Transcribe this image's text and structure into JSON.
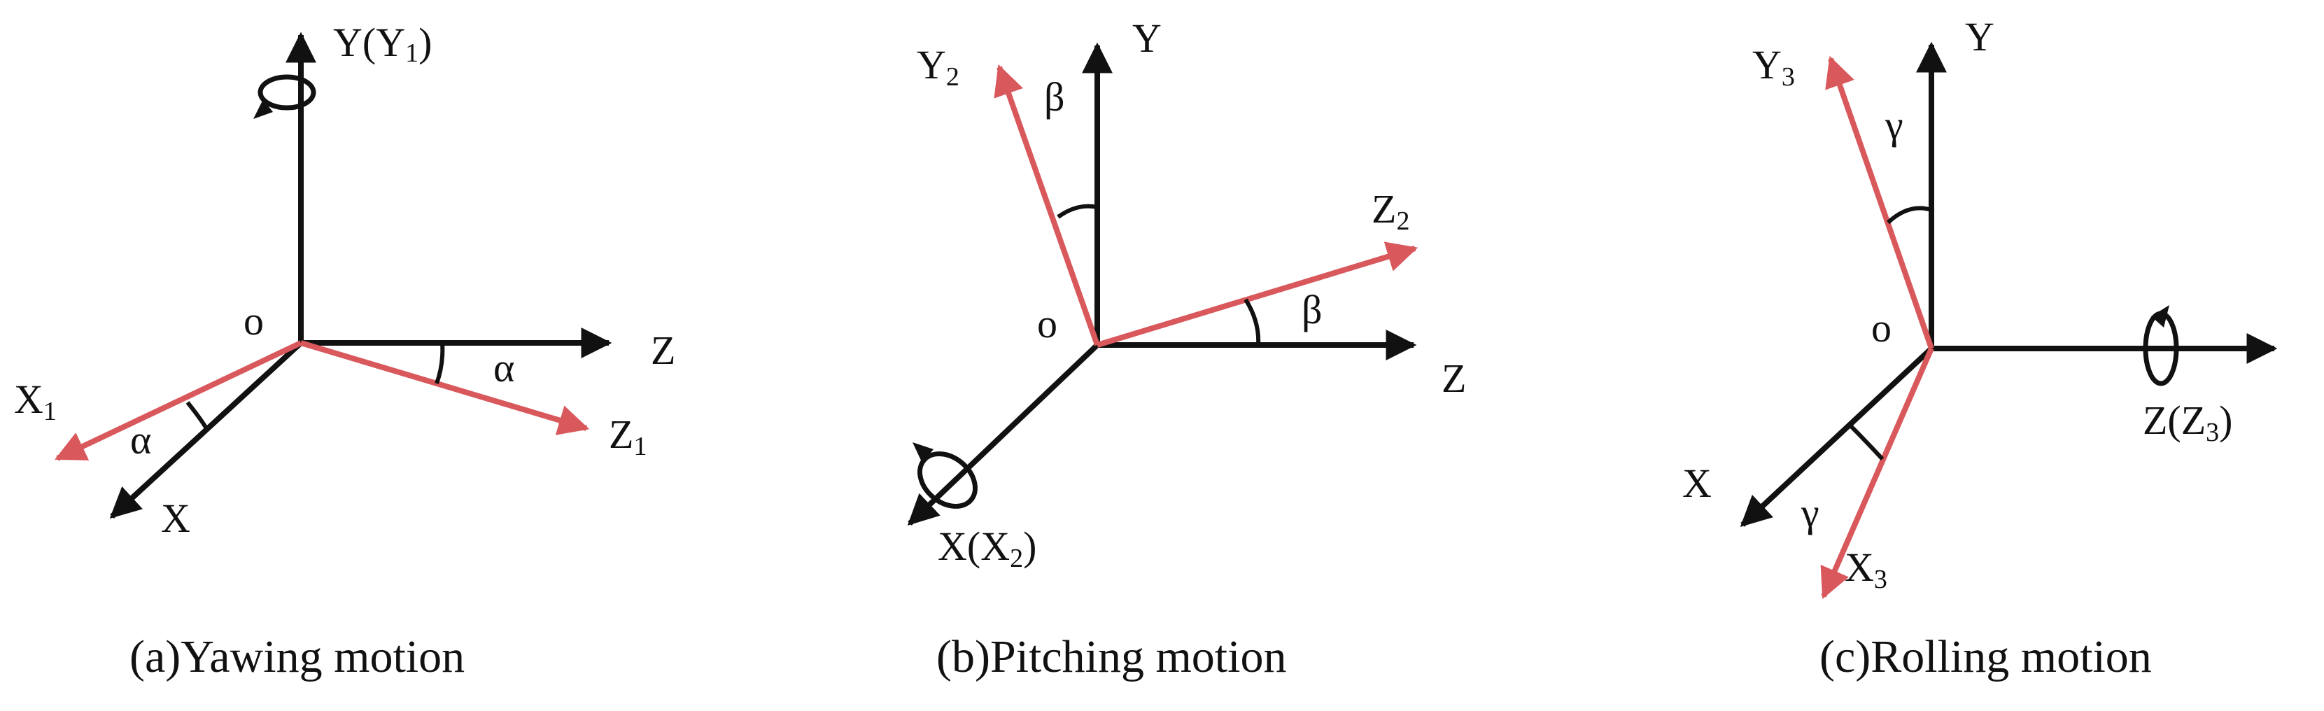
{
  "colors": {
    "black_axis": "#111111",
    "red_axis": "#d9585c",
    "background": "#ffffff"
  },
  "panels": [
    {
      "id": "yaw",
      "caption": "(a)Yawing motion",
      "origin": "o",
      "rotation_axis": "Y",
      "angle_symbol": "α",
      "labels": {
        "y": {
          "main": "Y(Y",
          "sub": "1",
          "tail": ")"
        },
        "z": {
          "main": "Z",
          "sub": "",
          "tail": ""
        },
        "x": {
          "main": "X",
          "sub": "",
          "tail": ""
        },
        "x1": {
          "main": "X",
          "sub": "1",
          "tail": ""
        },
        "z1": {
          "main": "Z",
          "sub": "1",
          "tail": ""
        }
      },
      "angle_labels": [
        "α",
        "α"
      ]
    },
    {
      "id": "pitch",
      "caption": "(b)Pitching motion",
      "origin": "o",
      "rotation_axis": "X",
      "angle_symbol": "β",
      "labels": {
        "y": {
          "main": "Y",
          "sub": "",
          "tail": ""
        },
        "y2": {
          "main": "Y",
          "sub": "2",
          "tail": ""
        },
        "z2": {
          "main": "Z",
          "sub": "2",
          "tail": ""
        },
        "z": {
          "main": "Z",
          "sub": "",
          "tail": ""
        },
        "x": {
          "main": "X(X",
          "sub": "2",
          "tail": ")"
        }
      },
      "angle_labels": [
        "β",
        "β"
      ]
    },
    {
      "id": "roll",
      "caption": "(c)Rolling motion",
      "origin": "o",
      "rotation_axis": "Z",
      "angle_symbol": "γ",
      "labels": {
        "y": {
          "main": "Y",
          "sub": "",
          "tail": ""
        },
        "y3": {
          "main": "Y",
          "sub": "3",
          "tail": ""
        },
        "z": {
          "main": "Z(Z",
          "sub": "3",
          "tail": ")"
        },
        "x": {
          "main": "X",
          "sub": "",
          "tail": ""
        },
        "x3": {
          "main": "X",
          "sub": "3",
          "tail": ""
        }
      },
      "angle_labels": [
        "γ",
        "γ"
      ]
    }
  ]
}
